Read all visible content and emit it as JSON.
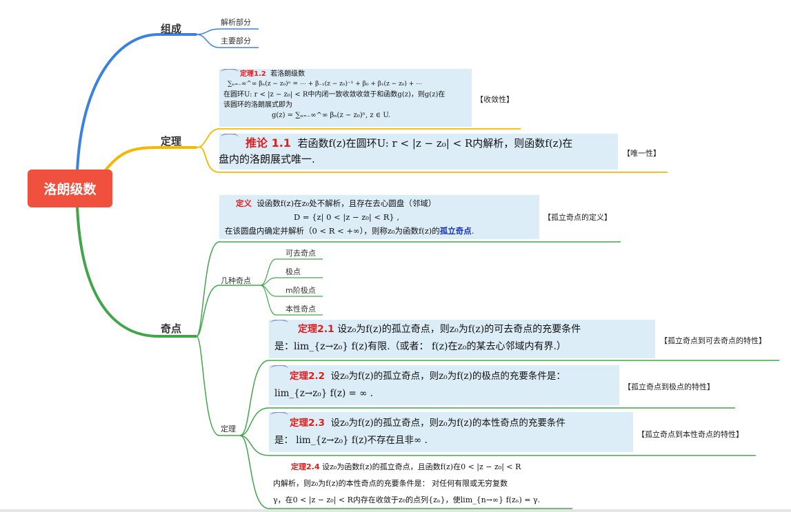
{
  "root": {
    "label": "洛朗级数"
  },
  "branches": {
    "composition": {
      "label": "组成",
      "items": [
        "解析部分",
        "主要部分"
      ]
    },
    "theorem": {
      "label": "定理",
      "card1": {
        "heading": "定理1.2",
        "heading_rest": "若洛朗级数",
        "series": "∑ₙ₌₋∞^∞ βₙ(z − z₀)ⁿ = ⋯ + β₋₁(z − z₀)⁻¹ + β₀ + β₁(z − z₀) + ⋯",
        "line2": "在圆环U: r < |z − z₀| < R中内闭一致收敛收敛于和函数g(z)，则g(z)在",
        "line3": "该圆环的洛朗展式即为",
        "line4": "g(z) = ∑ₙ₌₋∞^∞ βₙ(z − z₀)ⁿ,  z ∈ U.",
        "tag": "【收敛性】"
      },
      "card2": {
        "heading": "推论 1.1",
        "line1": "若函数f(z)在圆环U: r < |z − z₀| < R内解析，则函数f(z)在",
        "line2": "圆盘内的洛朗展式唯一.",
        "tag": "【唯一性】"
      }
    },
    "singularity": {
      "label": "奇点",
      "definition": {
        "heading": "定义",
        "line1": "设函数f(z)在z₀处不解析，且存在去心圆盘（邻域）",
        "line2": "D = {z|  0 < |z − z₀| < R}  ,",
        "line3": "在该圆盘内确定并解析（0 < R < +∞），则称z₀为函数f(z)的",
        "line3_emph": "孤立奇点",
        "line3_end": ".",
        "tag": "【孤立奇点的定义】"
      },
      "kinds": {
        "label": "几种奇点",
        "items": [
          "可去奇点",
          "极点",
          "m阶极点",
          "本性奇点"
        ]
      },
      "theorems": {
        "label": "定理",
        "t21": {
          "heading": "定理2.1",
          "line1": "设z₀为f(z)的孤立奇点，则z₀为f(z)的可去奇点的充要条件",
          "line2": "是：lim_{z→z₀} f(z)有限.（或者：  f(z)在z₀的某去心邻域内有界.）",
          "tag": "【孤立奇点到可去奇点的特性】"
        },
        "t22": {
          "heading": "定理2.2",
          "line1": "设z₀为f(z)的孤立奇点，则z₀为f(z)的极点的充要条件是：",
          "line2": "lim_{z→z₀} f(z) = ∞ .",
          "tag": "【孤立奇点到极点的特性】"
        },
        "t23": {
          "heading": "定理2.3",
          "line1": "设z₀为f(z)的孤立奇点，则z₀为f(z)的本性奇点的充要条件",
          "line2": "是：  lim_{z→z₀} f(z)不存在且非∞ .",
          "tag": "【孤立奇点到本性奇点的特性】"
        },
        "t24": {
          "heading": "定理2.4",
          "line1": "设z₀为函数f(z)的孤立奇点，且函数f(z)在0 < |z − z₀| < R",
          "line2": "内解析，则z₀为f(z)的本性奇点的充要条件是：  对任何有限或无穷复数",
          "line3": "γ，在0 < |z − z₀| < R内存在收敛于z₀的点列{zₙ}，使lim_{n→∞} f(zₙ) = γ."
        }
      }
    }
  },
  "colors": {
    "root": "#f0503e",
    "composition": "#3b82e0",
    "theorem": "#f5b800",
    "singularity": "#3fa64a",
    "card_bg": "#dcedf7",
    "heading_red": "#e21b1b",
    "emph_blue": "#1736b8"
  }
}
